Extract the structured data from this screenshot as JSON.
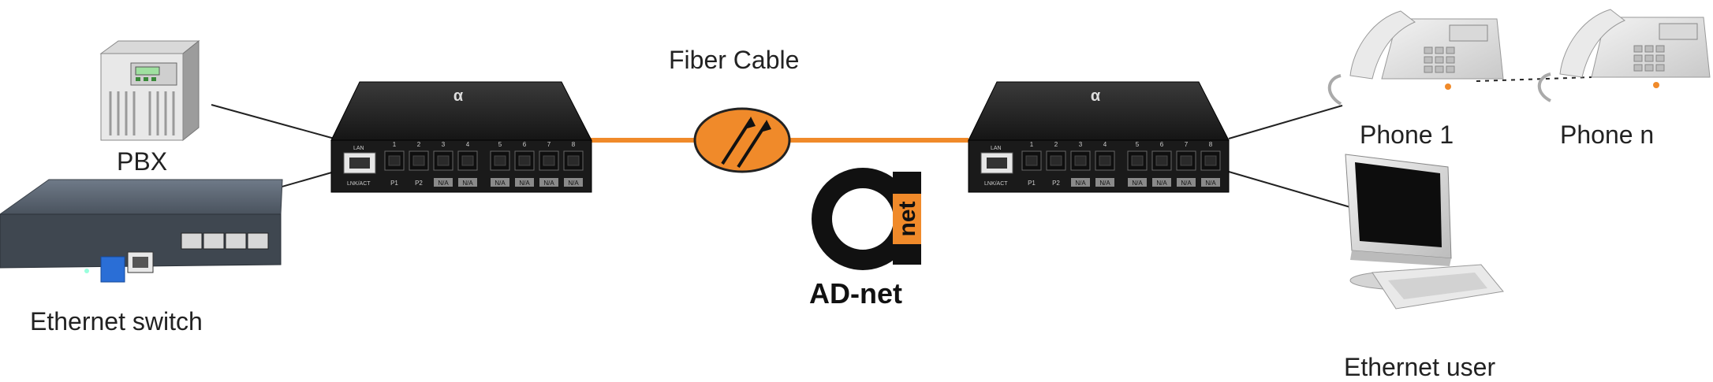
{
  "labels": {
    "fiber_cable": "Fiber Cable",
    "pbx": "PBX",
    "ethernet_switch": "Ethernet switch",
    "phone_1": "Phone 1",
    "phone_n": "Phone n",
    "ethernet_user": "Ethernet user"
  },
  "brand": {
    "name": "AD-net",
    "logo_text": "net"
  },
  "device": {
    "lan_label": "LAN",
    "link_label": "LNK/ACT",
    "port_numbers": [
      "1",
      "2",
      "3",
      "4",
      "5",
      "6",
      "7",
      "8"
    ],
    "port_tags": [
      "P1",
      "P2",
      "N/A",
      "N/A",
      "N/A",
      "N/A",
      "N/A",
      "N/A"
    ]
  },
  "colors": {
    "fiber": "#f08a2a",
    "device": "#1c1c1c",
    "accent": "#f08a2a"
  }
}
